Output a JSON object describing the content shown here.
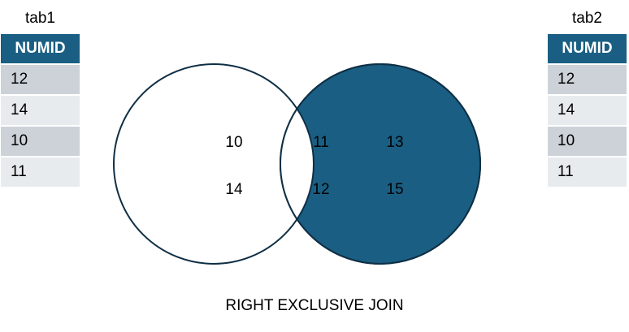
{
  "tables": {
    "left": {
      "name": "tab1",
      "header": "NUMID",
      "rows": [
        "12",
        "14",
        "10",
        "11"
      ]
    },
    "right": {
      "name": "tab2",
      "header": "NUMID",
      "rows": [
        "12",
        "14",
        "10",
        "11"
      ]
    }
  },
  "venn": {
    "left_only": [
      "10",
      "14"
    ],
    "intersection": [
      "11",
      "12"
    ],
    "right_only": [
      "13",
      "15"
    ],
    "highlight_color": "#1a5f83",
    "outline_color": "#0f2f45"
  },
  "title": "RIGHT EXCLUSIVE JOIN"
}
